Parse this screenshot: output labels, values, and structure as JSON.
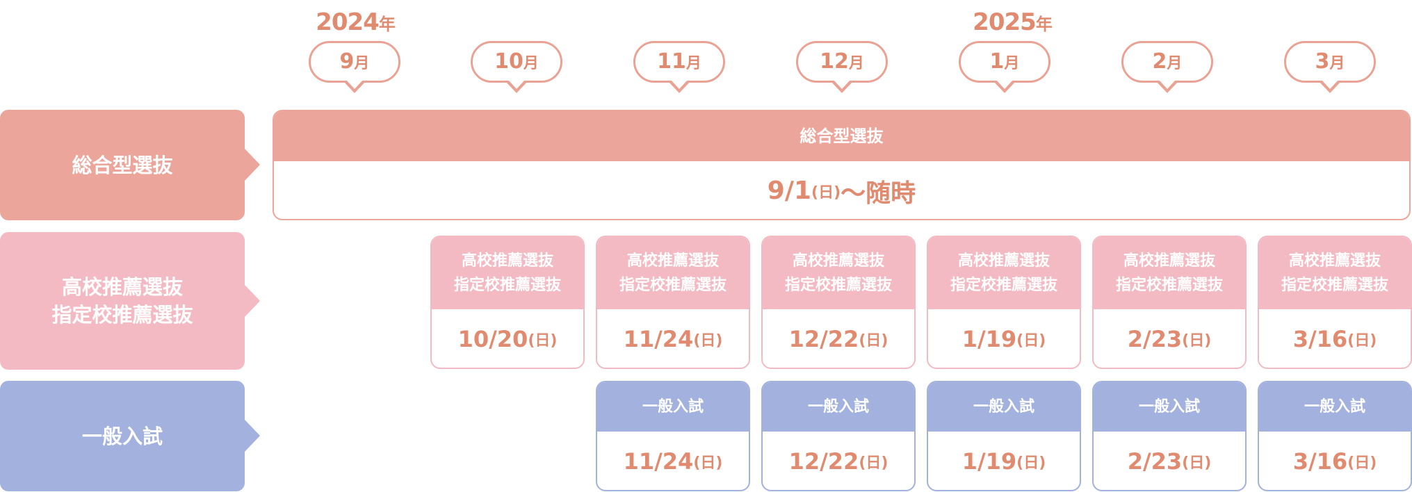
{
  "colors": {
    "sogo": "#eca59a",
    "suisen": "#f4bac3",
    "ippan": "#a2b1de",
    "accent_text": "#e08a6f",
    "bubble_border": "#e9a293"
  },
  "years": [
    {
      "num": "2024",
      "unit": "年"
    },
    {
      "num": "2025",
      "unit": "年"
    }
  ],
  "months": [
    {
      "num": "9",
      "unit": "月"
    },
    {
      "num": "10",
      "unit": "月"
    },
    {
      "num": "11",
      "unit": "月"
    },
    {
      "num": "12",
      "unit": "月"
    },
    {
      "num": "1",
      "unit": "月"
    },
    {
      "num": "2",
      "unit": "月"
    },
    {
      "num": "3",
      "unit": "月"
    }
  ],
  "rows": [
    {
      "label": "総合型選抜",
      "label_lines": [
        "総合型選抜"
      ]
    },
    {
      "label": "高校推薦選抜 指定校推薦選抜",
      "label_lines": [
        "高校推薦選抜",
        "指定校推薦選抜"
      ]
    },
    {
      "label": "一般入試",
      "label_lines": [
        "一般入試"
      ]
    }
  ],
  "sogo_card": {
    "title": "総合型選抜",
    "date": "9/1",
    "dow": "(日)",
    "suffix": "〜随時"
  },
  "suisen_cards": [
    {
      "title_lines": [
        "高校推薦選抜",
        "指定校推薦選抜"
      ],
      "date": "10/20",
      "dow": "(日)"
    },
    {
      "title_lines": [
        "高校推薦選抜",
        "指定校推薦選抜"
      ],
      "date": "11/24",
      "dow": "(日)"
    },
    {
      "title_lines": [
        "高校推薦選抜",
        "指定校推薦選抜"
      ],
      "date": "12/22",
      "dow": "(日)"
    },
    {
      "title_lines": [
        "高校推薦選抜",
        "指定校推薦選抜"
      ],
      "date": "1/19",
      "dow": "(日)"
    },
    {
      "title_lines": [
        "高校推薦選抜",
        "指定校推薦選抜"
      ],
      "date": "2/23",
      "dow": "(日)"
    },
    {
      "title_lines": [
        "高校推薦選抜",
        "指定校推薦選抜"
      ],
      "date": "3/16",
      "dow": "(日)"
    }
  ],
  "ippan_cards": [
    {
      "title": "一般入試",
      "date": "11/24",
      "dow": "(日)"
    },
    {
      "title": "一般入試",
      "date": "12/22",
      "dow": "(日)"
    },
    {
      "title": "一般入試",
      "date": "1/19",
      "dow": "(日)"
    },
    {
      "title": "一般入試",
      "date": "2/23",
      "dow": "(日)"
    },
    {
      "title": "一般入試",
      "date": "3/16",
      "dow": "(日)"
    }
  ]
}
